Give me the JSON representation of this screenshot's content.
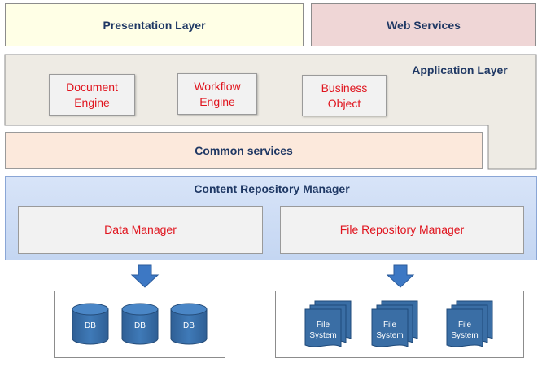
{
  "presentation_layer": "Presentation Layer",
  "web_services": "Web Services",
  "application_layer": {
    "title": "Application Layer",
    "components": [
      {
        "line1": "Document",
        "line2": "Engine"
      },
      {
        "line1": "Workflow",
        "line2": "Engine"
      },
      {
        "line1": "Business",
        "line2": "Object"
      }
    ]
  },
  "common_services": "Common services",
  "content_repository_manager": {
    "title": "Content Repository Manager",
    "data_manager": "Data Manager",
    "file_repository_manager": "File Repository Manager"
  },
  "databases": [
    "DB",
    "DB",
    "DB"
  ],
  "file_systems": [
    {
      "line1": "File",
      "line2": "System"
    },
    {
      "line1": "File",
      "line2": "System"
    },
    {
      "line1": "File",
      "line2": "System"
    }
  ],
  "colors": {
    "title_text": "#1f3864",
    "component_text": "#e0141e",
    "arrow_fill": "#3d78c4",
    "db_fill": "#3a6ea5",
    "fs_fill": "#3a6ea5"
  },
  "icons": [
    "down-arrow-icon",
    "database-icon",
    "file-system-icon"
  ]
}
